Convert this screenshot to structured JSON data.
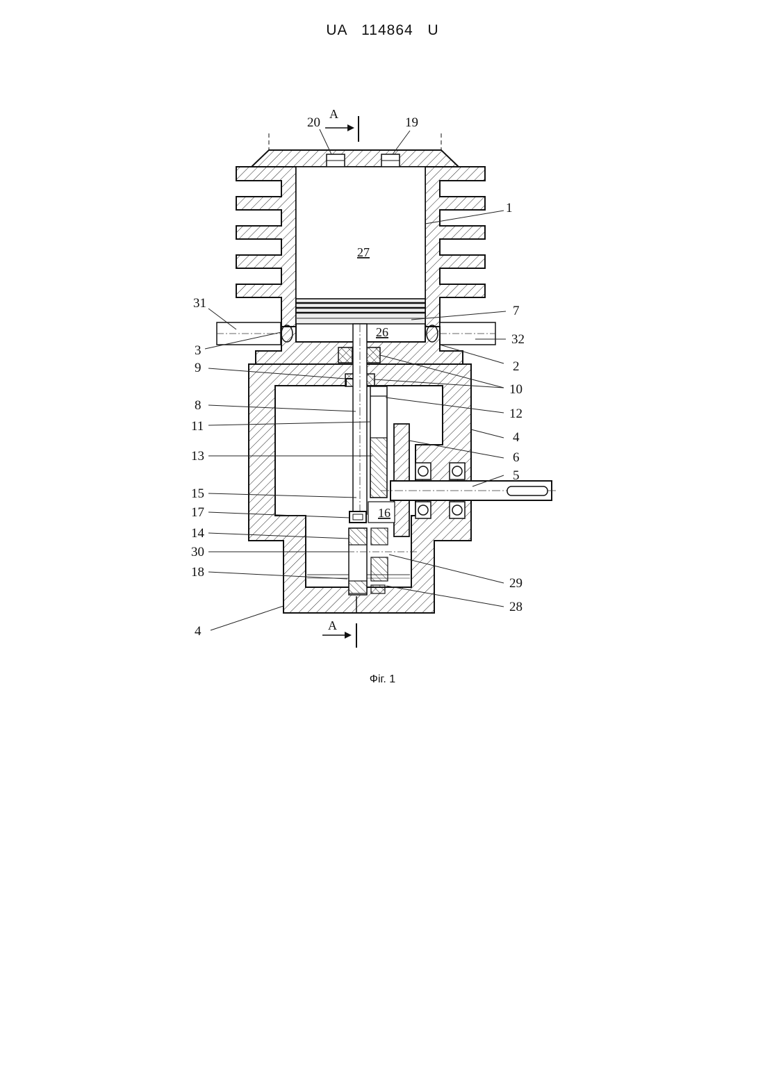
{
  "header": {
    "doc_number": "UA 114864 U"
  },
  "figure": {
    "caption": "Фіг. 1",
    "section_marker": "A",
    "chamber_label": "27",
    "inner_label_26": "26",
    "inner_label_16": "16",
    "callouts": {
      "c1": "1",
      "c2": "2",
      "c3": "3",
      "c4a": "4",
      "c4b": "4",
      "c5": "5",
      "c6": "6",
      "c7": "7",
      "c8": "8",
      "c9": "9",
      "c10": "10",
      "c11": "11",
      "c12": "12",
      "c13": "13",
      "c14": "14",
      "c15": "15",
      "c17": "17",
      "c18": "18",
      "c19": "19",
      "c20": "20",
      "c28": "28",
      "c29": "29",
      "c30": "30",
      "c31": "31",
      "c32": "32"
    }
  }
}
